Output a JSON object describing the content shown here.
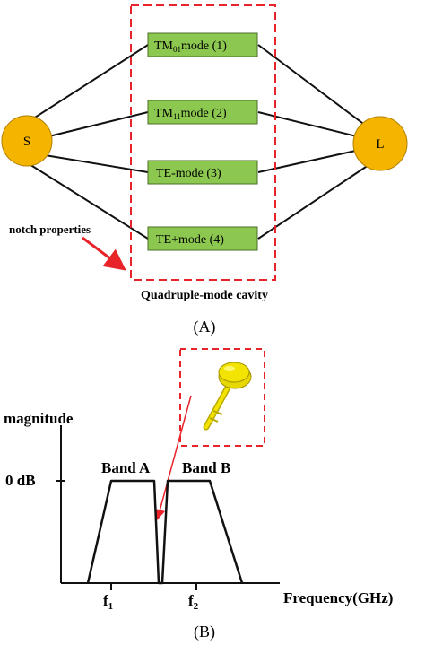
{
  "panel_a": {
    "source_label": "S",
    "load_label": "L",
    "modes": [
      {
        "name": "TM",
        "sub": "01",
        "suffix": "mode (1)"
      },
      {
        "name": "TM",
        "sub": "11",
        "suffix": "mode (2)"
      },
      {
        "name": "TE-mode (3)",
        "sub": "",
        "suffix": ""
      },
      {
        "name": "TE+mode (4)",
        "sub": "",
        "suffix": ""
      }
    ],
    "notch_label": "notch properties",
    "cavity_label": "Quadruple-mode cavity",
    "caption": "(A)",
    "colors": {
      "node": "#f5b400",
      "mode_box": "#8cc850",
      "dash": "#e8232a"
    }
  },
  "panel_b": {
    "y_axis_label": "magnitude",
    "zero_db_label": "0 dB",
    "band_a_label": "Band A",
    "band_b_label": "Band B",
    "f1_base": "f",
    "f1_sub": "1",
    "f2_base": "f",
    "f2_sub": "2",
    "x_axis_label": "Frequency(GHz)",
    "caption": "(B)",
    "colors": {
      "probe": "#f2e400",
      "arrow": "#e8232a"
    }
  }
}
